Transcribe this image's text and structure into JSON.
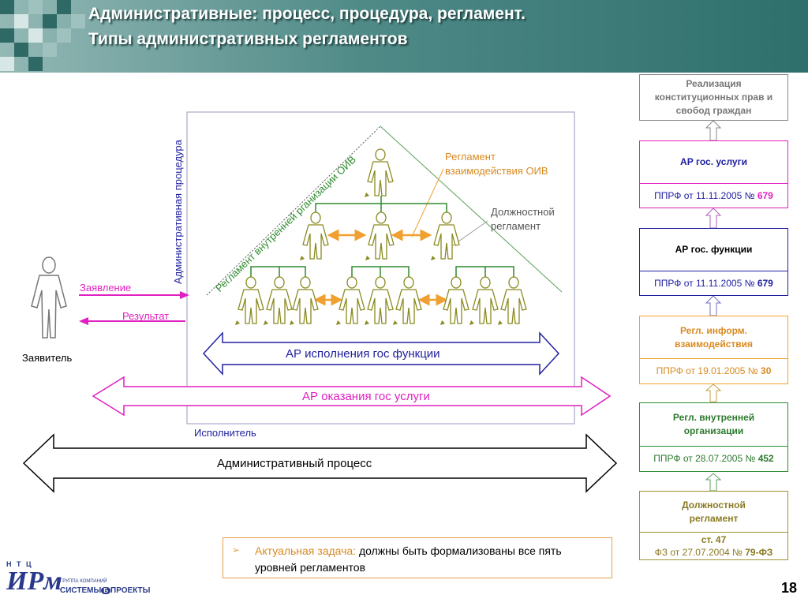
{
  "header": {
    "title_line1": "Административные: процесс, процедура, регламент.",
    "title_line2": "Типы административных регламентов"
  },
  "labels": {
    "vertical_procedure": "Административная процедура",
    "diag_internal": "Регламент внутренней рганизации ОИВ",
    "interaction_reg": [
      "Регламент",
      "взаимодействия ОИВ"
    ],
    "job_reg": [
      "Должностной",
      "регламент"
    ],
    "application": "Заявление",
    "result": "Результат",
    "applicant": "Заявитель",
    "executor": "Исполнитель",
    "arrow_function": "АР исполнения гос функции",
    "arrow_service": "АР оказания гос услуги",
    "arrow_process": "Административный процесс"
  },
  "right_column": {
    "top_box": [
      "Реализация",
      "конституционных прав и",
      "свобод граждан"
    ],
    "levels": [
      {
        "title": [
          "АР гос. услуги"
        ],
        "prefix": "ППРФ от 11.11.2005 №",
        "number": "679"
      },
      {
        "title": [
          "АР гос. функции"
        ],
        "prefix": "ППРФ от 11.11.2005 №",
        "number": "679"
      },
      {
        "title": [
          "Регл. информ.",
          "взаимодействия"
        ],
        "prefix": "ППРФ от 19.01.2005 №",
        "number": "30"
      },
      {
        "title": [
          "Регл. внутренней",
          "организации"
        ],
        "prefix": "ППРФ от 28.07.2005 №",
        "number": "452"
      },
      {
        "title": [
          "Должностной",
          "регламент"
        ],
        "line1": "ст. 47",
        "prefix": "ФЗ от 27.07.2004 №",
        "number": "79-ФЗ"
      }
    ]
  },
  "note": {
    "marker": "➢",
    "lead": "Актуальная задача:",
    "text": "должны быть формализованы все пять уровней регламентов"
  },
  "logo": {
    "ntc": "Н Т Ц",
    "name": "ИРм",
    "group": "ГРУППА КОМПАНИЙ",
    "brand_left": "СИСТЕМЫ",
    "brand_mid": "Б",
    "brand_right": "ПРОЕКТЫ"
  },
  "page_number": "18",
  "colors": {
    "teal_header": "#2e6f6c",
    "magenta": "#e020c0",
    "blue": "#2020a0",
    "green": "#2e8b2e",
    "orange": "#f0a030",
    "olive": "#a0a030",
    "tan": "#c8a040",
    "gray": "#9a9a9a"
  }
}
